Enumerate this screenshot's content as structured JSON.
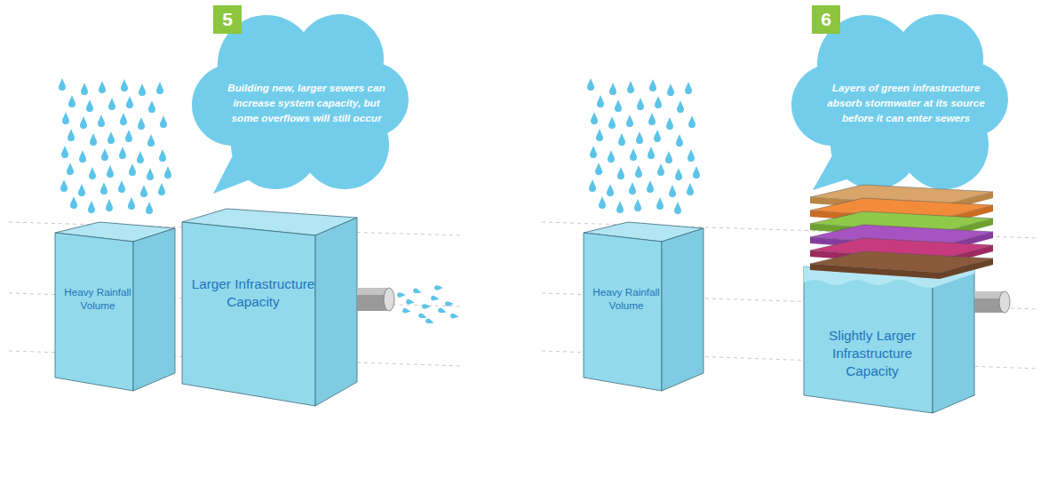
{
  "diagram": {
    "nodes": [
      {
        "text": [
          "5"
        ]
      },
      {
        "text": [
          "Building new, larger sewers can increase system capacity, but some overflows will still occur"
        ]
      },
      {
        "text": [
          "Heavy Rainfall Volume"
        ]
      },
      {
        "text": [
          "Larger Infrastructure Capacity"
        ]
      },
      {
        "text": [
          "6"
        ]
      },
      {
        "text": [
          "Layers of green infrastructure absorb stormwater at its source before it can enter sewers"
        ]
      },
      {
        "text": [
          "Heavy Rainfall Volume"
        ]
      },
      {
        "text": [
          "Slightly Larger Infrastructure Capacity"
        ]
      }
    ]
  }
}
